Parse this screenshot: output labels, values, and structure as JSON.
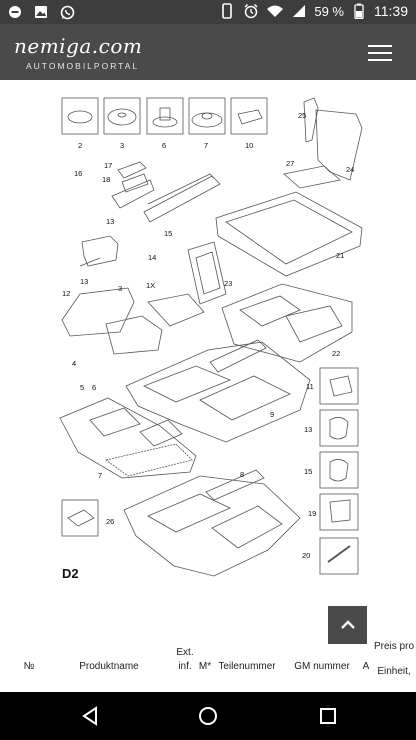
{
  "status_bar": {
    "battery": "59 %",
    "time": "11:39"
  },
  "header": {
    "logo": "nemiga.com",
    "subtitle": "AUTOMOBILPORTAL"
  },
  "diagram": {
    "section": "D2",
    "callouts": [
      "2",
      "3",
      "6",
      "7",
      "10",
      "25",
      "27",
      "24",
      "16",
      "17",
      "18",
      "13",
      "15",
      "14",
      "21",
      "23",
      "3",
      "1X",
      "12",
      "13",
      "22",
      "4",
      "5",
      "6",
      "11",
      "9",
      "13",
      "15",
      "8",
      "7",
      "19",
      "26",
      "20"
    ]
  },
  "table": {
    "columns": [
      "№",
      "Produktname",
      "Ext. inf.",
      "M*",
      "Teilenummer",
      "GM nummer",
      "A",
      "Preis pro Einheit,"
    ]
  }
}
